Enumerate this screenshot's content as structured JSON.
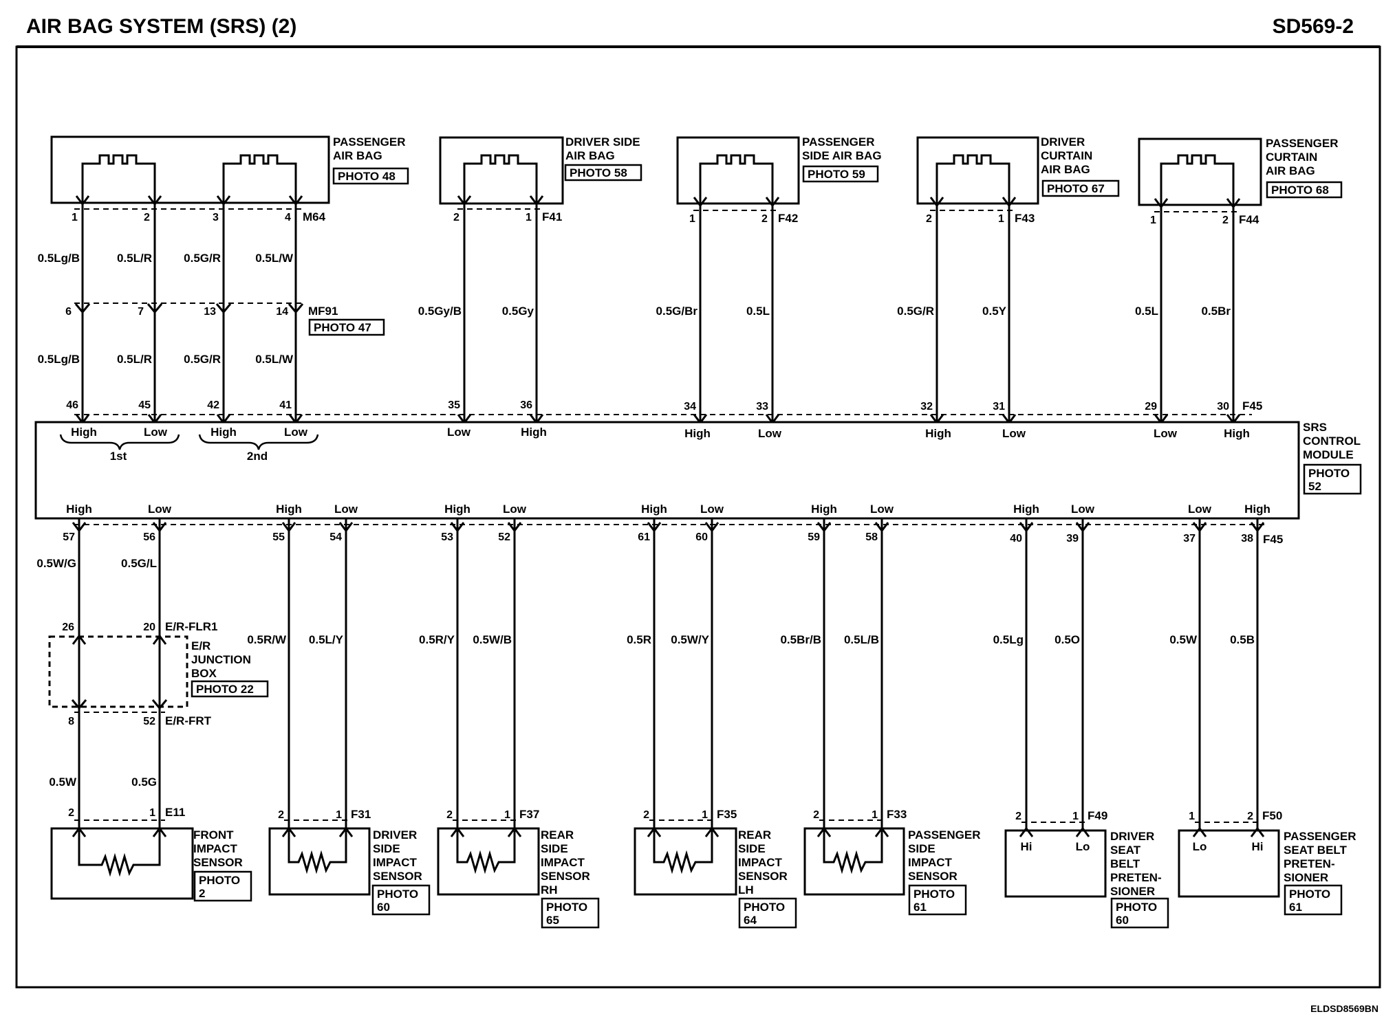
{
  "header": {
    "title": "AIR BAG SYSTEM (SRS) (2)",
    "page_code": "SD569-2",
    "footer_code": "ELDSD8569BN"
  },
  "top_components": [
    {
      "name_lines": [
        "PASSENGER",
        "AIR BAG"
      ],
      "photo": "PHOTO 48",
      "connector": "M64",
      "pins": [
        "1",
        "2",
        "3",
        "4"
      ]
    },
    {
      "name_lines": [
        "DRIVER SIDE",
        "AIR BAG"
      ],
      "photo": "PHOTO 58",
      "connector": "F41",
      "pins": [
        "2",
        "1"
      ]
    },
    {
      "name_lines": [
        "PASSENGER",
        "SIDE AIR BAG"
      ],
      "photo": "PHOTO 59",
      "connector": "F42",
      "pins": [
        "1",
        "2"
      ]
    },
    {
      "name_lines": [
        "DRIVER",
        "CURTAIN",
        "AIR BAG"
      ],
      "photo": "PHOTO 67",
      "connector": "F43",
      "pins": [
        "2",
        "1"
      ]
    },
    {
      "name_lines": [
        "PASSENGER",
        "CURTAIN",
        "AIR BAG"
      ],
      "photo": "PHOTO 68",
      "connector": "F44",
      "pins": [
        "1",
        "2"
      ]
    }
  ],
  "intermediate_connector": {
    "name": "MF91",
    "photo": "PHOTO 47",
    "pins": [
      "6",
      "7",
      "13",
      "14"
    ]
  },
  "top_wires_upper": [
    "0.5Lg/B",
    "0.5L/R",
    "0.5G/R",
    "0.5L/W"
  ],
  "top_wires_lower": [
    "0.5Lg/B",
    "0.5L/R",
    "0.5G/R",
    "0.5L/W"
  ],
  "top_wires_single": [
    "0.5Gy/B",
    "0.5Gy",
    "0.5G/Br",
    "0.5L",
    "0.5G/R",
    "0.5Y",
    "0.5L",
    "0.5Br"
  ],
  "srs_module": {
    "name_lines": [
      "SRS",
      "CONTROL",
      "MODULE"
    ],
    "photo_lines": [
      "PHOTO",
      "52"
    ],
    "connector_top": "F45",
    "connector_bottom": "F45",
    "top_pins": [
      "46",
      "45",
      "42",
      "41",
      "35",
      "36",
      "34",
      "33",
      "32",
      "31",
      "29",
      "30"
    ],
    "top_levels": [
      "High",
      "Low",
      "High",
      "Low",
      "Low",
      "High",
      "High",
      "Low",
      "High",
      "Low",
      "Low",
      "High"
    ],
    "stage_labels": [
      "1st",
      "2nd"
    ],
    "bottom_pins": [
      "57",
      "56",
      "55",
      "54",
      "53",
      "52",
      "61",
      "60",
      "59",
      "58",
      "40",
      "39",
      "37",
      "38"
    ],
    "bottom_levels": [
      "High",
      "Low",
      "High",
      "Low",
      "High",
      "Low",
      "High",
      "Low",
      "High",
      "Low",
      "High",
      "Low",
      "Low",
      "High"
    ]
  },
  "bottom_wires": [
    "0.5W/G",
    "0.5G/L",
    "0.5R/W",
    "0.5L/Y",
    "0.5R/Y",
    "0.5W/B",
    "0.5R",
    "0.5W/Y",
    "0.5Br/B",
    "0.5L/B",
    "0.5Lg",
    "0.5O",
    "0.5W",
    "0.5B"
  ],
  "junction_box": {
    "name_lines": [
      "E/R",
      "JUNCTION",
      "BOX"
    ],
    "photo": "PHOTO 22",
    "connector_upper": "E/R-FLR1",
    "connector_lower": "E/R-FRT",
    "upper_pins": [
      "26",
      "20"
    ],
    "lower_pins": [
      "8",
      "52"
    ],
    "out_wires": [
      "0.5W",
      "0.5G"
    ]
  },
  "bottom_components": [
    {
      "name_lines": [
        "FRONT",
        "IMPACT",
        "SENSOR"
      ],
      "photo_lines": [
        "PHOTO",
        "2"
      ],
      "connector": "E11",
      "pins": [
        "2",
        "1"
      ]
    },
    {
      "name_lines": [
        "DRIVER",
        "SIDE",
        "IMPACT",
        "SENSOR"
      ],
      "photo_lines": [
        "PHOTO",
        "60"
      ],
      "connector": "F31",
      "pins": [
        "2",
        "1"
      ]
    },
    {
      "name_lines": [
        "REAR",
        "SIDE",
        "IMPACT",
        "SENSOR",
        "RH"
      ],
      "photo_lines": [
        "PHOTO",
        "65"
      ],
      "connector": "F37",
      "pins": [
        "2",
        "1"
      ]
    },
    {
      "name_lines": [
        "REAR",
        "SIDE",
        "IMPACT",
        "SENSOR",
        "LH"
      ],
      "photo_lines": [
        "PHOTO",
        "64"
      ],
      "connector": "F35",
      "pins": [
        "2",
        "1"
      ]
    },
    {
      "name_lines": [
        "PASSENGER",
        "SIDE",
        "IMPACT",
        "SENSOR"
      ],
      "photo_lines": [
        "PHOTO",
        "61"
      ],
      "connector": "F33",
      "pins": [
        "2",
        "1"
      ]
    },
    {
      "name_lines": [
        "DRIVER",
        "SEAT",
        "BELT",
        "PRETEN-",
        "SIONER"
      ],
      "photo_lines": [
        "PHOTO",
        "60"
      ],
      "connector": "F49",
      "pins": [
        "2",
        "1"
      ],
      "terminals": [
        "Hi",
        "Lo"
      ]
    },
    {
      "name_lines": [
        "PASSENGER",
        "SEAT BELT",
        "PRETEN-",
        "SIONER"
      ],
      "photo_lines": [
        "PHOTO",
        "61"
      ],
      "connector": "F50",
      "pins": [
        "1",
        "2"
      ],
      "terminals": [
        "Lo",
        "Hi"
      ]
    }
  ]
}
